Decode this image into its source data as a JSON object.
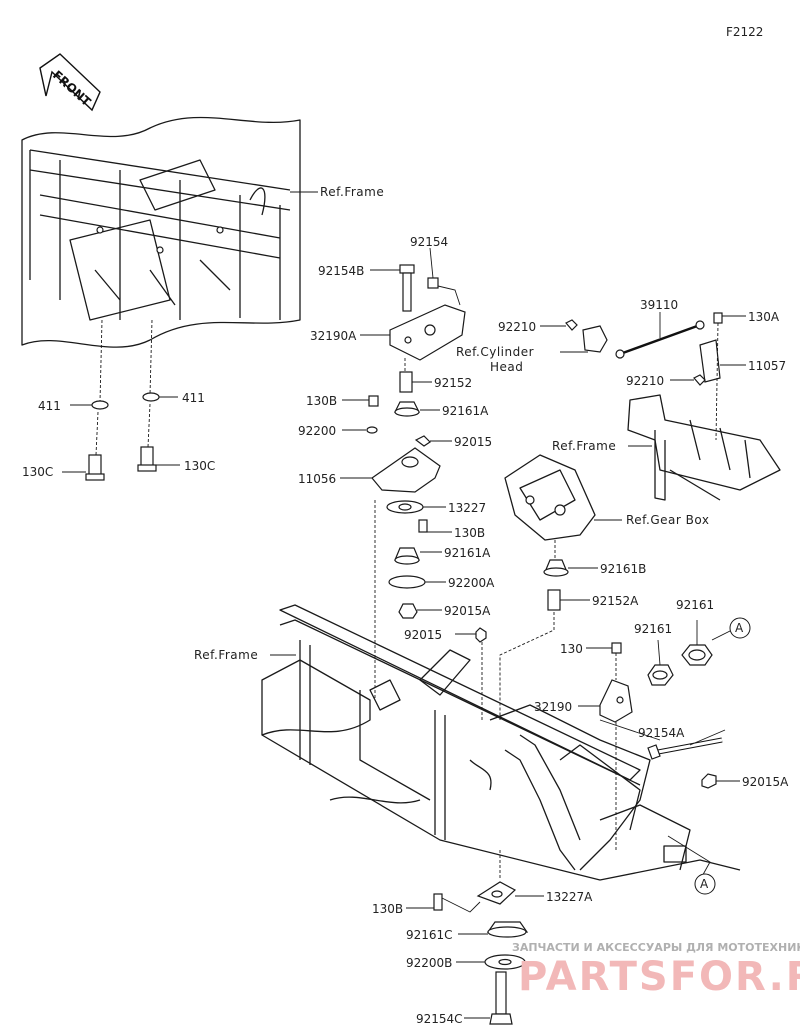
{
  "diagram_code": "F2122",
  "front_label": "FRONT",
  "references": {
    "frame_top": "Ref.Frame",
    "frame_mid": "Ref.Frame",
    "frame_bottom": "Ref.Frame",
    "cylinder_head_line1": "Ref.Cylinder",
    "cylinder_head_line2": "Head",
    "gear_box": "Ref.Gear Box"
  },
  "callouts": {
    "a_top": "A",
    "a_bottom": "A"
  },
  "parts": [
    {
      "id": "p411a",
      "label": "411"
    },
    {
      "id": "p411b",
      "label": "411"
    },
    {
      "id": "p130c_a",
      "label": "130C"
    },
    {
      "id": "p130c_b",
      "label": "130C"
    },
    {
      "id": "p92154",
      "label": "92154"
    },
    {
      "id": "p92154b",
      "label": "92154B"
    },
    {
      "id": "p32190a",
      "label": "32190A"
    },
    {
      "id": "p92152",
      "label": "92152"
    },
    {
      "id": "p130b_top",
      "label": "130B"
    },
    {
      "id": "p92161a_top",
      "label": "92161A"
    },
    {
      "id": "p92200",
      "label": "92200"
    },
    {
      "id": "p92015_a",
      "label": "92015"
    },
    {
      "id": "p11056",
      "label": "11056"
    },
    {
      "id": "p13227",
      "label": "13227"
    },
    {
      "id": "p130b_mid",
      "label": "130B"
    },
    {
      "id": "p92161a_mid",
      "label": "92161A"
    },
    {
      "id": "p92200a",
      "label": "92200A"
    },
    {
      "id": "p92015a_mid",
      "label": "92015A"
    },
    {
      "id": "p92015_b",
      "label": "92015"
    },
    {
      "id": "p92210_a",
      "label": "92210"
    },
    {
      "id": "p39110",
      "label": "39110"
    },
    {
      "id": "p130a",
      "label": "130A"
    },
    {
      "id": "p11057",
      "label": "11057"
    },
    {
      "id": "p92210_b",
      "label": "92210"
    },
    {
      "id": "p92161b",
      "label": "92161B"
    },
    {
      "id": "p92152a",
      "label": "92152A"
    },
    {
      "id": "p92161_a",
      "label": "92161"
    },
    {
      "id": "p92161_b",
      "label": "92161"
    },
    {
      "id": "p130",
      "label": "130"
    },
    {
      "id": "p32190",
      "label": "32190"
    },
    {
      "id": "p92154a",
      "label": "92154A"
    },
    {
      "id": "p92015a_right",
      "label": "92015A"
    },
    {
      "id": "p13227a",
      "label": "13227A"
    },
    {
      "id": "p130b_bot",
      "label": "130B"
    },
    {
      "id": "p92161c",
      "label": "92161C"
    },
    {
      "id": "p92200b",
      "label": "92200B"
    },
    {
      "id": "p92154c",
      "label": "92154C"
    }
  ],
  "watermark": {
    "tagline": "ЗАПЧАСТИ И АКСЕССУАРЫ ДЛЯ МОТОТЕХНИКИ",
    "brand": "PARTSFOR.RU"
  },
  "colors": {
    "line": "#1a1a1a",
    "watermark": "#f2b8b8"
  }
}
